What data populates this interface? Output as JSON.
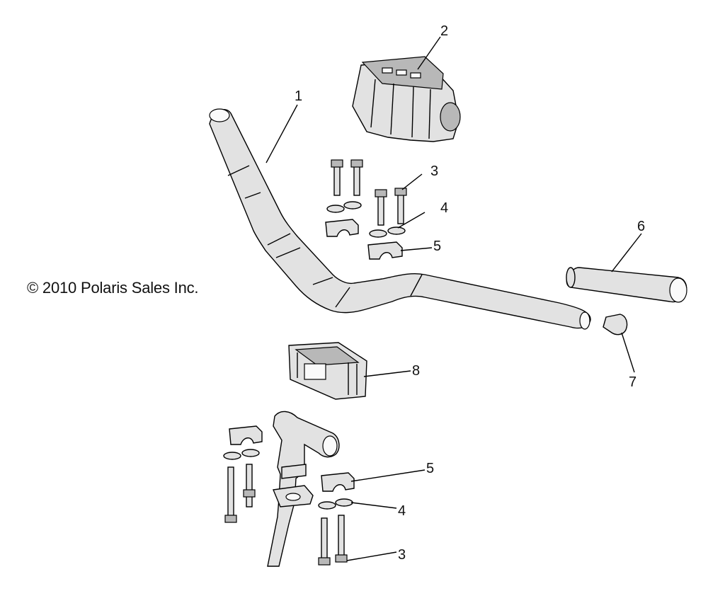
{
  "copyright": "© 2010 Polaris Sales Inc.",
  "callouts": [
    "1",
    "2",
    "3",
    "4",
    "5",
    "6",
    "7",
    "8",
    "5",
    "4",
    "3"
  ]
}
